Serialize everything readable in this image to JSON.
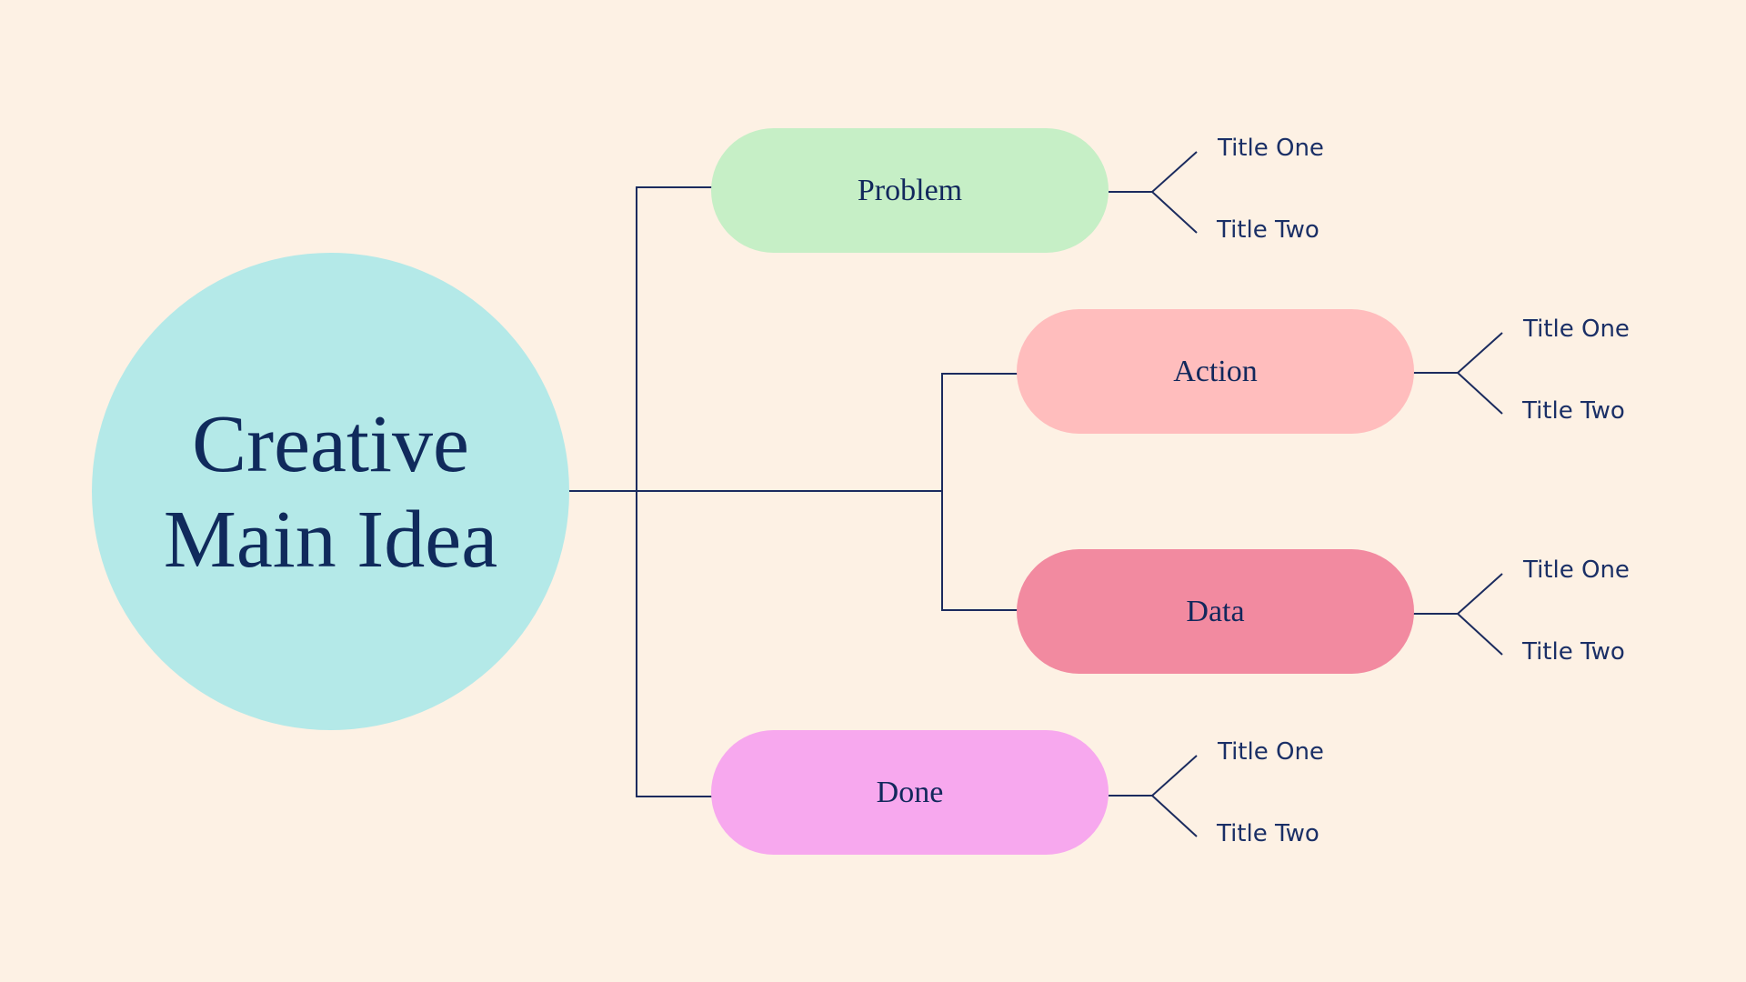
{
  "center": {
    "line1": "Creative",
    "line2": "Main Idea",
    "color": "#b4e9e8"
  },
  "line_color": "#1b2b5e",
  "branches": [
    {
      "label": "Problem",
      "color": "#c6efc6",
      "sub1": "Title One",
      "sub2": "Title Two"
    },
    {
      "label": "Action",
      "color": "#ffbdbd",
      "sub1": "Title One",
      "sub2": "Title Two"
    },
    {
      "label": "Data",
      "color": "#f28aa0",
      "sub1": "Title One",
      "sub2": "Title Two"
    },
    {
      "label": "Done",
      "color": "#f7a8ee",
      "sub1": "Title One",
      "sub2": "Title Two"
    }
  ]
}
